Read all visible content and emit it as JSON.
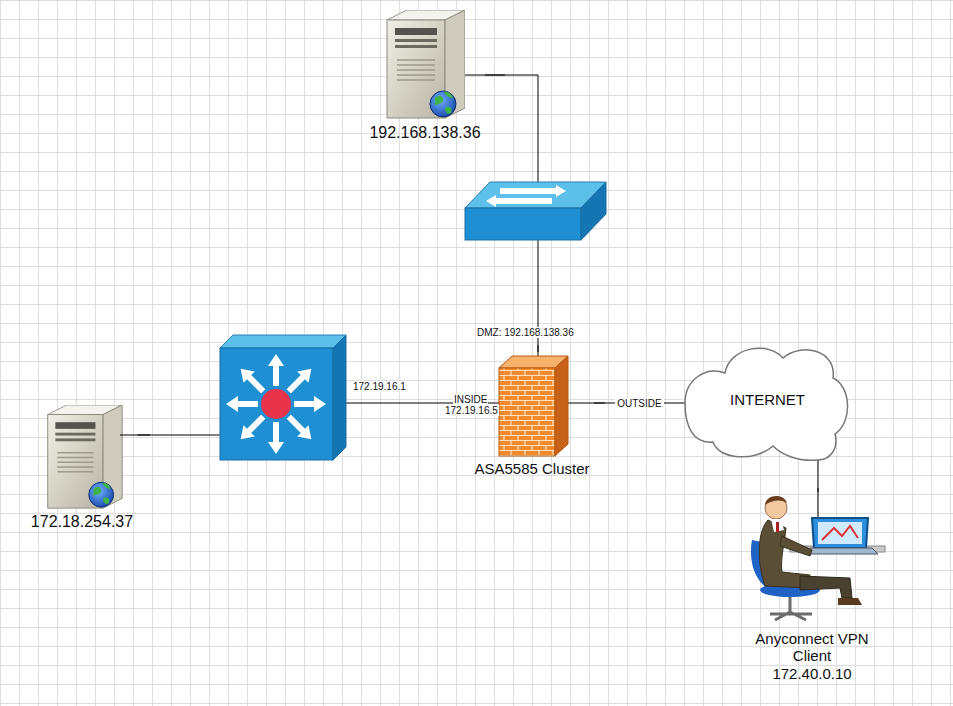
{
  "diagram": {
    "nodes": [
      {
        "text": [
          "192.168.138.36"
        ]
      },
      {
        "text": [
          "172.18.254.37"
        ]
      },
      {
        "text": [
          "ASA5585 Cluster"
        ]
      },
      {
        "text": [
          "INTERNET"
        ]
      },
      {
        "text": [
          "Anyconnect VPN Client",
          "172.40.0.10"
        ]
      }
    ],
    "edges": [
      {
        "from": 0,
        "to": 2,
        "arrow": "none"
      },
      {
        "from": 1,
        "to": 2,
        "arrow": "none"
      },
      {
        "from": 2,
        "to": 3,
        "label": "OUTSIDE",
        "arrow": "none"
      },
      {
        "from": 3,
        "to": 4,
        "arrow": "none"
      }
    ],
    "labels": [
      "DMZ: 192.168.138.36",
      "172.19.16.1",
      "INSIDE",
      "172.19.16.5"
    ]
  }
}
